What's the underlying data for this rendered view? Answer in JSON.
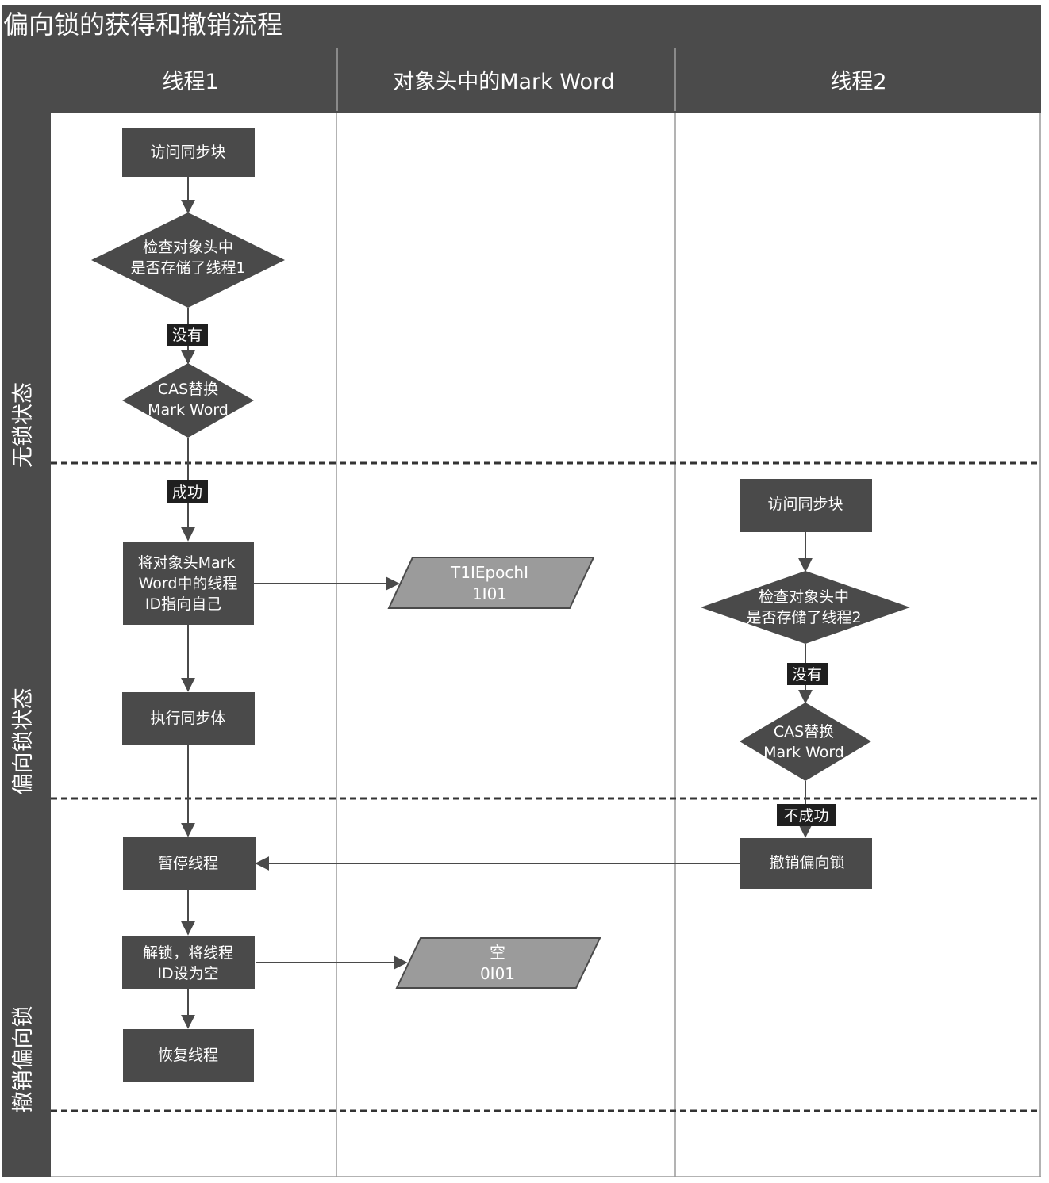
{
  "title": "偏向锁的获得和撤销流程",
  "columns": {
    "thread1": "线程1",
    "markword": "对象头中的Mark Word",
    "thread2": "线程2"
  },
  "lanes": {
    "unlocked": "无锁状态",
    "biased": "偏向锁状态",
    "revoke": "撤销偏向锁"
  },
  "nodes": {
    "t1_access": "访问同步块",
    "t1_check": [
      "检查对象头中",
      "是否存储了线程1"
    ],
    "t1_cas": [
      "CAS替换",
      "Mark Word"
    ],
    "t1_set_id": [
      "将对象头Mark",
      "Word中的线程",
      "ID指向自己"
    ],
    "t1_exec": "执行同步体",
    "t1_pause": "暂停线程",
    "t1_unlock": [
      "解锁，将线程",
      "ID设为空"
    ],
    "t1_resume": "恢复线程",
    "mw_biased": [
      "T1IEpochI",
      "1I01"
    ],
    "mw_empty": [
      "空",
      "0I01"
    ],
    "t2_access": "访问同步块",
    "t2_check": [
      "检查对象头中",
      "是否存储了线程2"
    ],
    "t2_cas": [
      "CAS替换",
      "Mark Word"
    ],
    "t2_revoke": "撤销偏向锁"
  },
  "edge_labels": {
    "t1_no": "没有",
    "t1_success": "成功",
    "t2_no": "没有",
    "t2_fail": "不成功"
  },
  "colors": {
    "dark": "#4a4a4a",
    "header": "#4b4b4b",
    "para": "#9b9b9b",
    "label": "#1f1f1f"
  }
}
